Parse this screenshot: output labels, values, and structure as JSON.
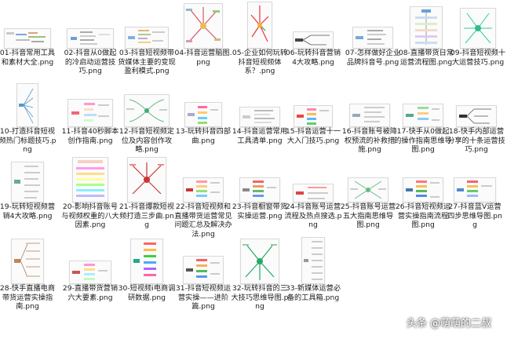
{
  "files": [
    {
      "name": "01-抖音常用工具和素材大全.png",
      "thumb": "wide"
    },
    {
      "name": "02-抖音从0做起的冷启动运营技巧.png",
      "thumb": "wide"
    },
    {
      "name": "03-抖音短视频带货媒体主要的变现盈利模式.png",
      "thumb": "wide"
    },
    {
      "name": "04-抖音运营脑图.png",
      "thumb": "tall"
    },
    {
      "name": "05-企业如何玩转抖音短视频体系？.png",
      "thumb": "tall"
    },
    {
      "name": "06-玩转抖音营销4大攻略.png",
      "thumb": "wide"
    },
    {
      "name": "07-怎样做好企业品牌抖音号.png",
      "thumb": "wide"
    },
    {
      "name": "08-直播带货日常运营流程图.png",
      "thumb": "tall"
    },
    {
      "name": "09-抖音短视频十大运营技巧.png",
      "thumb": "tall"
    },
    {
      "name": "10-打造抖音短视频热门标题技巧.png",
      "thumb": "tall"
    },
    {
      "name": "11-抖音40秒脚本创作指南.png",
      "thumb": "wide"
    },
    {
      "name": "12-抖音短视频定位及内容创作攻略.png",
      "thumb": "wide"
    },
    {
      "name": "13-玩转抖音四部曲.png",
      "thumb": "wide"
    },
    {
      "name": "14-抖音运营常用工具清单.png",
      "thumb": "wide"
    },
    {
      "name": "15-抖音运营十一大入门技巧.png",
      "thumb": "wide"
    },
    {
      "name": "16-抖音账号被降权预流的补救措施.png",
      "thumb": "wide"
    },
    {
      "name": "17-快手从0做起的操作指南思维导图.png",
      "thumb": "wide"
    },
    {
      "name": "18-快手内部运营分享的十条运营技巧.png",
      "thumb": "wide"
    },
    {
      "name": "19-玩转短视频营销4大攻略.png",
      "thumb": "tall"
    },
    {
      "name": "20-影响抖音账号与视频权重的八大因素.png",
      "thumb": "tall"
    },
    {
      "name": "21-抖音爆款短视频打造三步曲.png",
      "thumb": "tall"
    },
    {
      "name": "22-抖音短视频和直播带货运营常见问题汇总及解决办法.png",
      "thumb": "wide"
    },
    {
      "name": "23-抖音橱窗带货实操运营.png",
      "thumb": "wide"
    },
    {
      "name": "24-抖音账号运营流程及热点搜选.png",
      "thumb": "wide"
    },
    {
      "name": "25-抖音账号运营五大指南思维导图.png",
      "thumb": "wide"
    },
    {
      "name": "26-抖音短视频运营实操指南流程图.png",
      "thumb": "wide"
    },
    {
      "name": "27-抖音蓝V运营四步思维导图.png",
      "thumb": "wide"
    },
    {
      "name": "28-快手直播电商带货运营实操指南.png",
      "thumb": "tall"
    },
    {
      "name": "29-直播带货营销六大要素.png",
      "thumb": "wide"
    },
    {
      "name": "30-短视频i电商调研数据.png",
      "thumb": "tall"
    },
    {
      "name": "31-抖音短视频运营实操——进阶篇.png",
      "thumb": "wide"
    },
    {
      "name": "32-玩转抖音的三大技巧思维导图.png",
      "thumb": "tall"
    },
    {
      "name": "33-新媒体运营必备的工具箱.png",
      "thumb": "tall"
    }
  ],
  "watermark": "头条 @萌萌的二叔"
}
